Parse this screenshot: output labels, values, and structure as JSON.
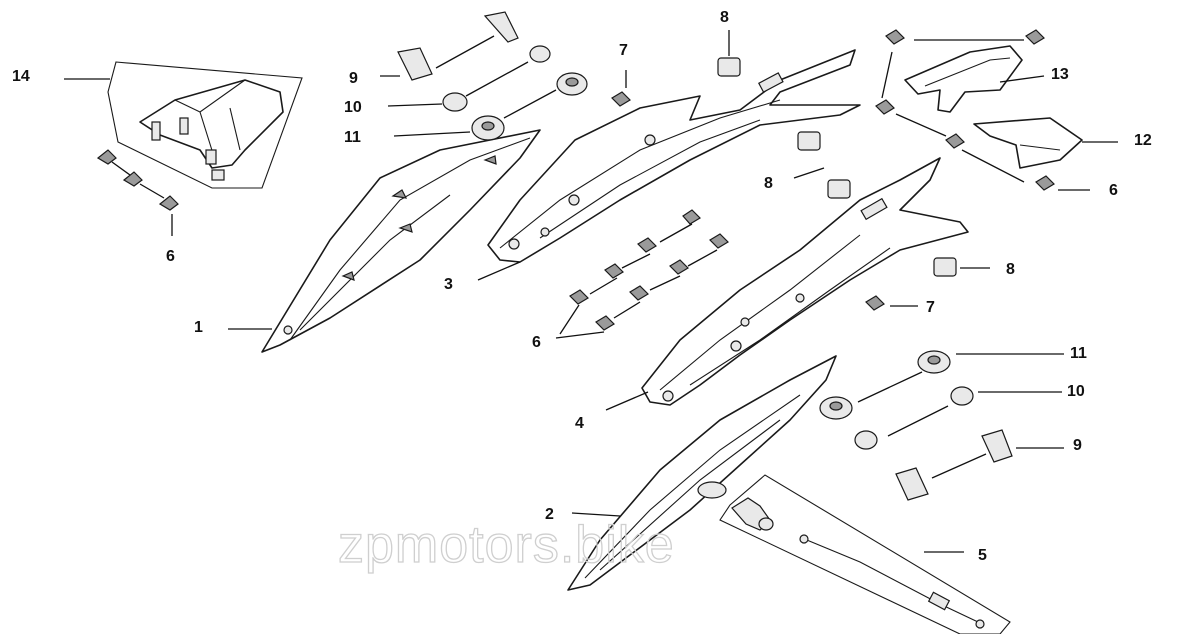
{
  "watermark": "zpmotors.bike",
  "callouts": [
    {
      "id": "c14a",
      "text": "14"
    },
    {
      "id": "c9a",
      "text": "9"
    },
    {
      "id": "c10a",
      "text": "10"
    },
    {
      "id": "c11a",
      "text": "11"
    },
    {
      "id": "c6a",
      "text": "6"
    },
    {
      "id": "c1",
      "text": "1"
    },
    {
      "id": "c3",
      "text": "3"
    },
    {
      "id": "c6b",
      "text": "6"
    },
    {
      "id": "c7a",
      "text": "7"
    },
    {
      "id": "c8a",
      "text": "8"
    },
    {
      "id": "c8b",
      "text": "8"
    },
    {
      "id": "c13",
      "text": "13"
    },
    {
      "id": "c12",
      "text": "12"
    },
    {
      "id": "c6c",
      "text": "6"
    },
    {
      "id": "c8c",
      "text": "8"
    },
    {
      "id": "c7b",
      "text": "7"
    },
    {
      "id": "c4",
      "text": "4"
    },
    {
      "id": "c11b",
      "text": "11"
    },
    {
      "id": "c10b",
      "text": "10"
    },
    {
      "id": "c9b",
      "text": "9"
    },
    {
      "id": "c2",
      "text": "2"
    },
    {
      "id": "c5",
      "text": "5"
    }
  ]
}
